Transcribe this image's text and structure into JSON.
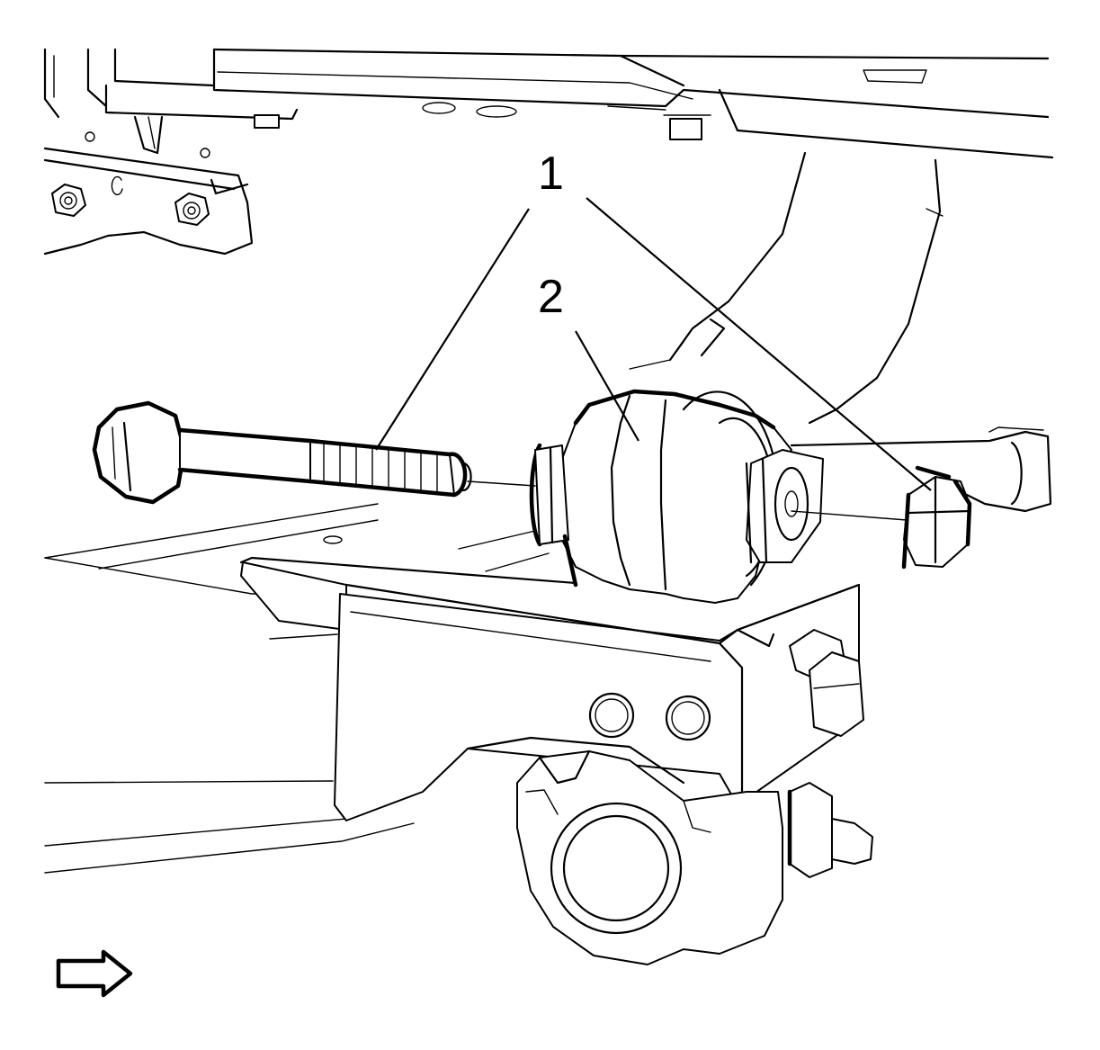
{
  "callouts": [
    {
      "id": "1",
      "label": "1"
    },
    {
      "id": "2",
      "label": "2"
    }
  ],
  "icons": {
    "direction_arrow": "right-arrow-icon"
  },
  "colors": {
    "line": "#000000",
    "background": "#ffffff"
  }
}
